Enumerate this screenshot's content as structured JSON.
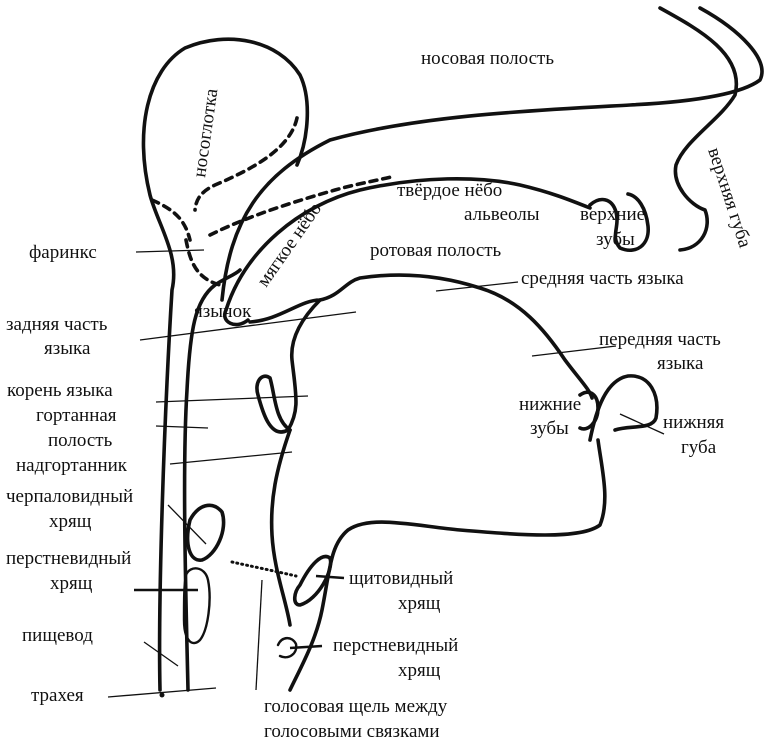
{
  "labels": {
    "nasal_cavity": "носовая полость",
    "nasopharynx": "носоглотка",
    "upper_lip": "верхняя губа",
    "hard_palate": "твёрдое нёбо",
    "alveoli": "альвеолы",
    "upper_teeth_1": "верхние",
    "upper_teeth_2": "зубы",
    "pharynx": "фаринкс",
    "soft_palate": "мягкое нёбо",
    "oral_cavity": "ротовая полость",
    "mid_tongue": "средняя часть языка",
    "uvula": "язычок",
    "back_tongue_1": "задняя часть",
    "back_tongue_2": "языка",
    "front_tongue_1": "передняя часть",
    "front_tongue_2": "языка",
    "tongue_root": "корень языка",
    "larynx_1": "гортанная",
    "larynx_2": "полость",
    "lower_teeth_1": "нижние",
    "lower_teeth_2": "зубы",
    "lower_lip_1": "нижняя",
    "lower_lip_2": "губа",
    "epiglottis": "надгортанник",
    "arytenoid_1": "черпаловидный",
    "arytenoid_2": "хрящ",
    "cricoid_left_1": "перстневидный",
    "cricoid_left_2": "хрящ",
    "thyroid_1": "щитовидный",
    "thyroid_2": "хрящ",
    "esophagus": "пищевод",
    "cricoid_right_1": "перстневидный",
    "cricoid_right_2": "хрящ",
    "trachea": "трахея",
    "glottis_1": "голосовая щель между",
    "glottis_2": "голосовыми связками"
  }
}
